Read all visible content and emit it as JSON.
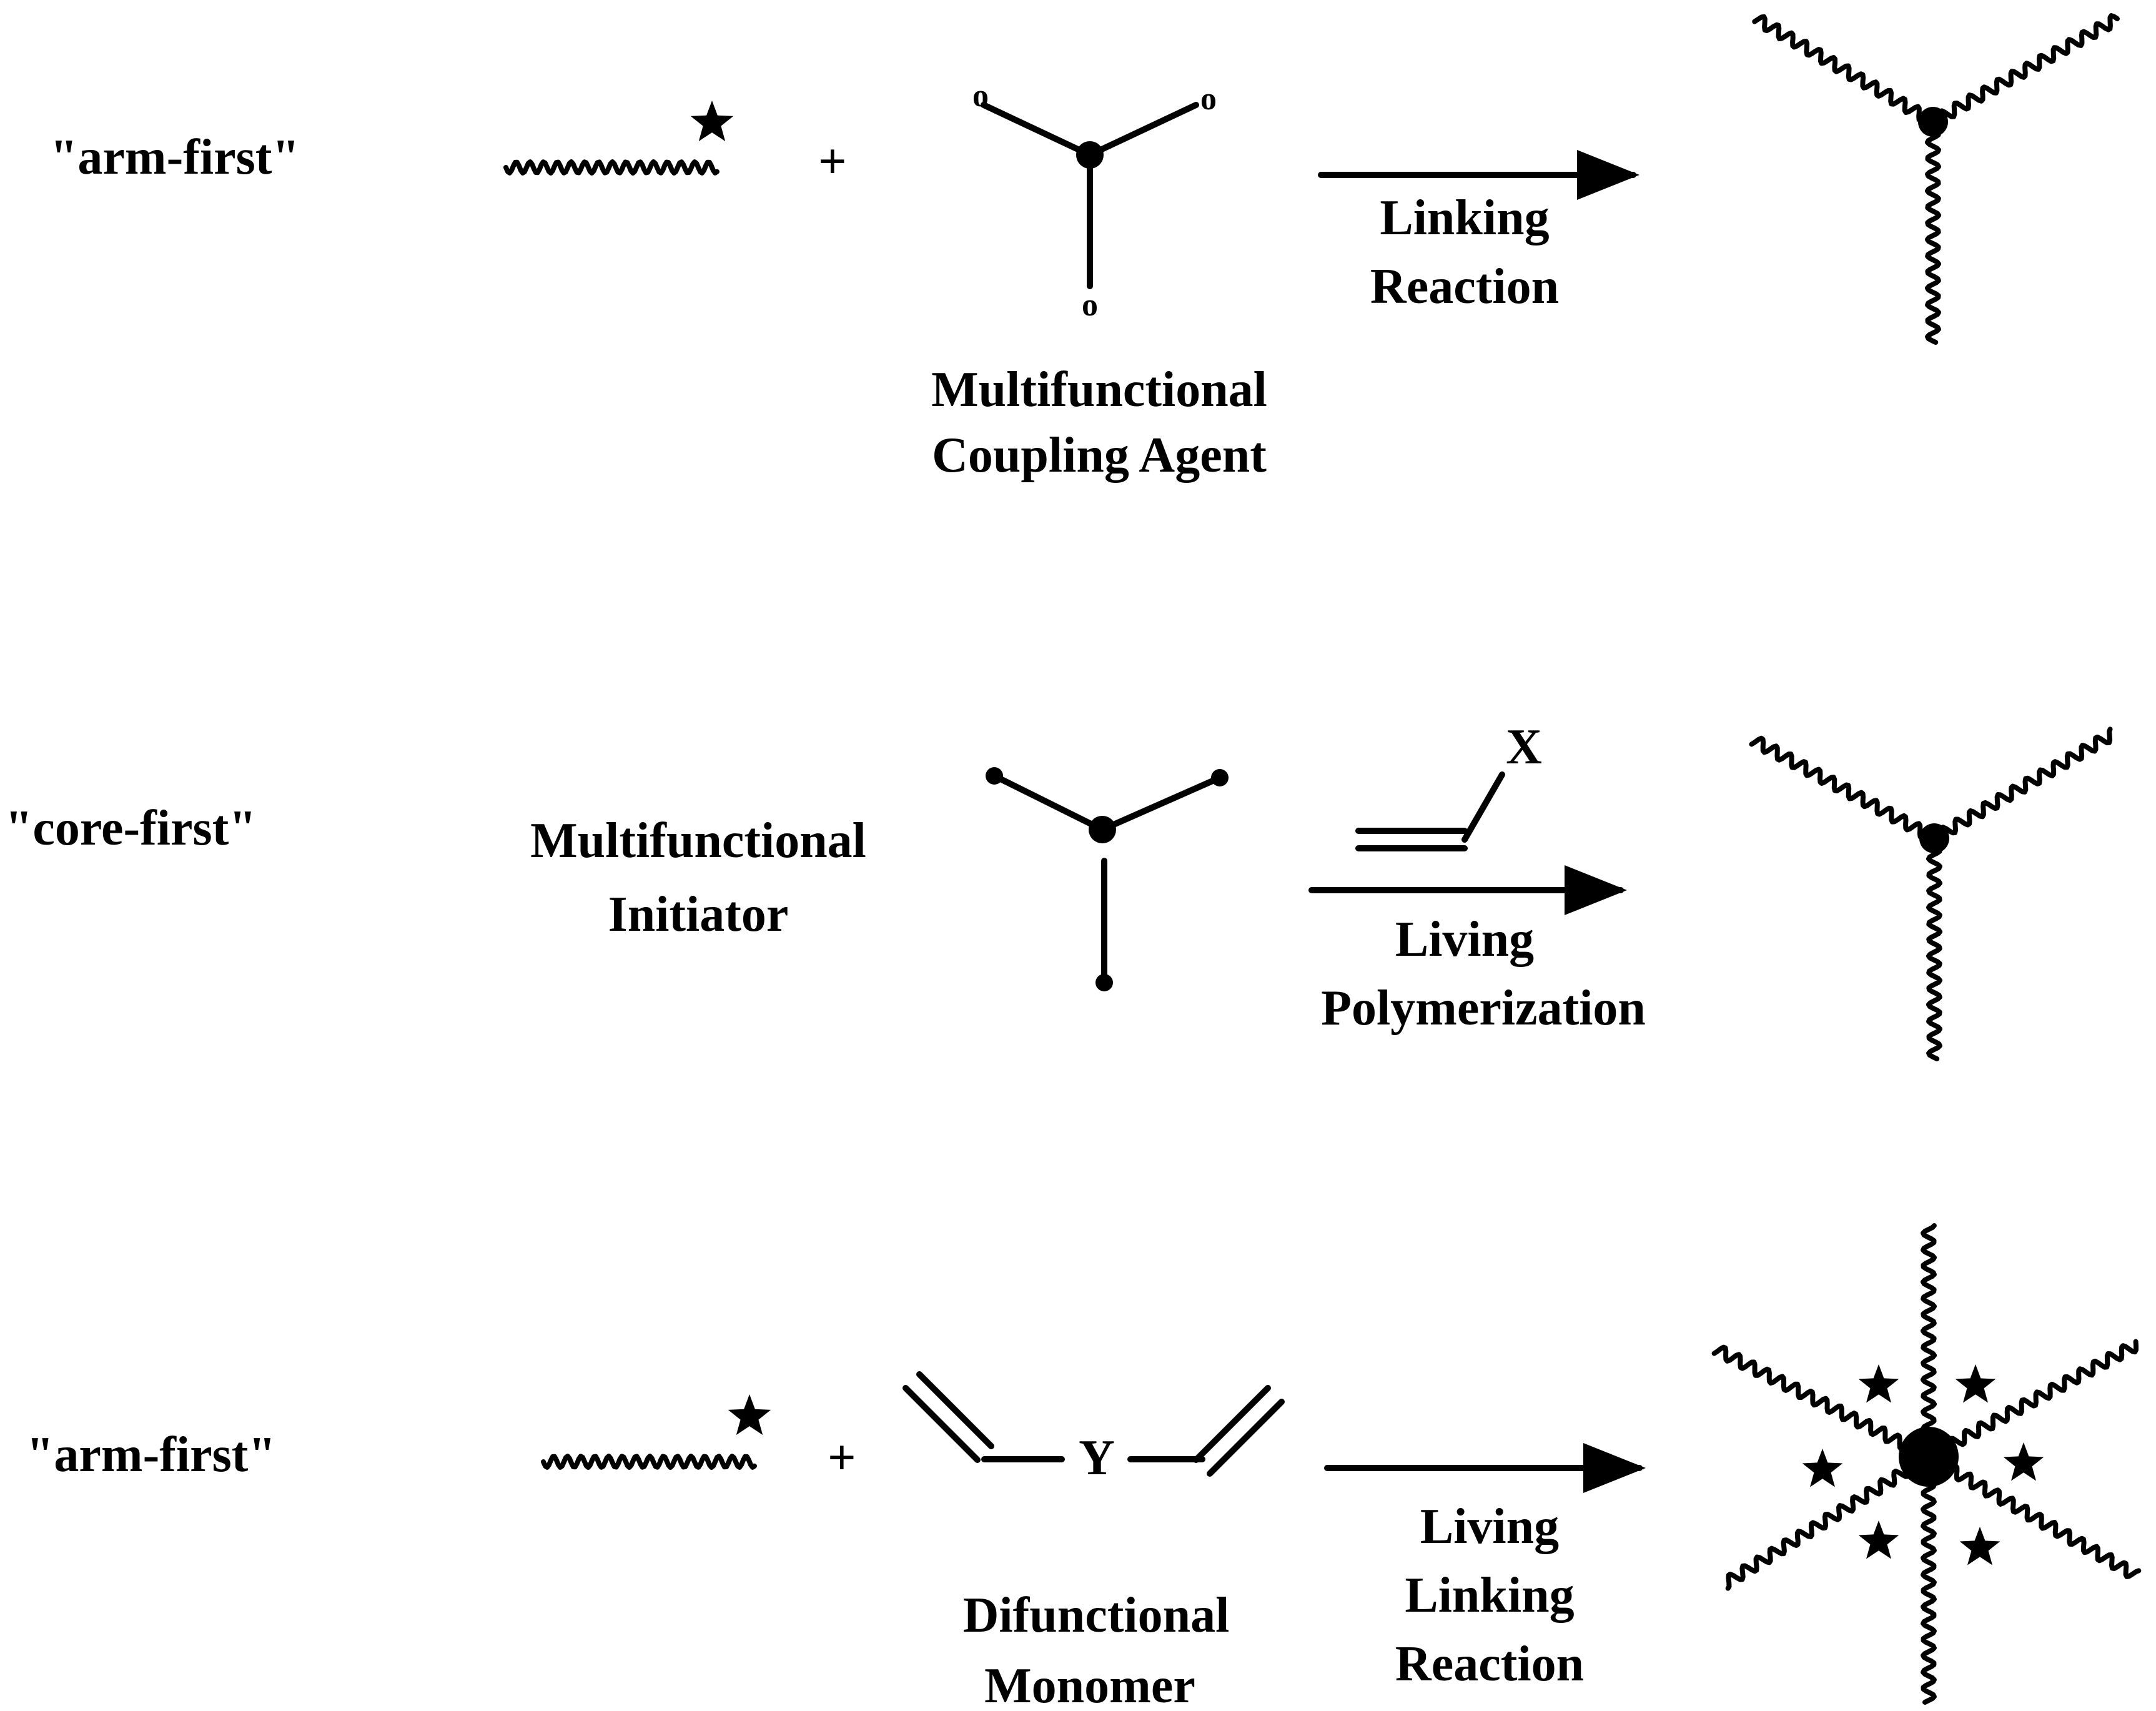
{
  "rows": [
    {
      "method_label": "\"arm-first\"",
      "plus": "+",
      "reagent_label_line1": "Multifunctional",
      "reagent_label_line2": "Coupling Agent",
      "reagent_end_group": "o",
      "arrow_label_line1": "Linking",
      "arrow_label_line2": "Reaction"
    },
    {
      "method_label": "\"core-first\"",
      "reagent_label_line1": "Multifunctional",
      "reagent_label_line2": "Initiator",
      "monomer_substituent": "X",
      "arrow_label_line1": "Living",
      "arrow_label_line2": "Polymerization"
    },
    {
      "method_label": "\"arm-first\"",
      "plus": "+",
      "reagent_label_line1": "Difunctional",
      "reagent_label_line2": "Monomer",
      "linker_atom": "Y",
      "arrow_label_line1": "Living",
      "arrow_label_line2": "Linking",
      "arrow_label_line3": "Reaction"
    }
  ],
  "colors": {
    "ink": "#000000",
    "background": "#ffffff"
  }
}
